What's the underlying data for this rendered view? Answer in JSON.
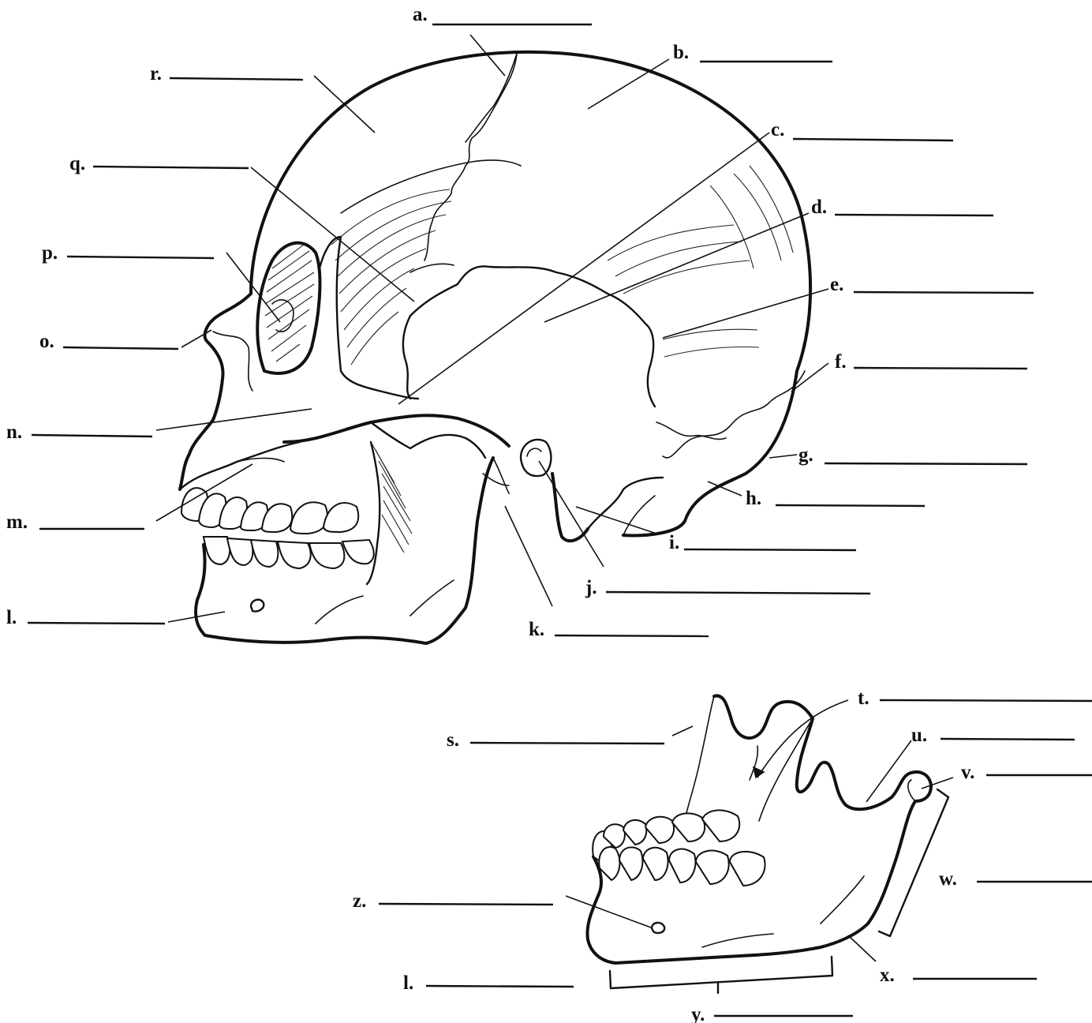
{
  "labels": {
    "a": "a.",
    "b": "b.",
    "c": "c.",
    "d": "d.",
    "e": "e.",
    "f": "f.",
    "g": "g.",
    "h": "h.",
    "i": "i.",
    "j": "j.",
    "k": "k.",
    "l": "l.",
    "m": "m.",
    "n": "n.",
    "o": "o.",
    "p": "p.",
    "q": "q.",
    "r": "r.",
    "s": "s.",
    "t": "t.",
    "u": "u.",
    "v": "v.",
    "w": "w.",
    "x": "x.",
    "y": "y.",
    "z": "z.",
    "l2": "l."
  },
  "icons": {
    "skull": "skull-lateral-view-icon",
    "mandible": "mandible-lateral-view-icon"
  },
  "colors": {
    "ink": "#111111",
    "paper": "#ffffff"
  }
}
